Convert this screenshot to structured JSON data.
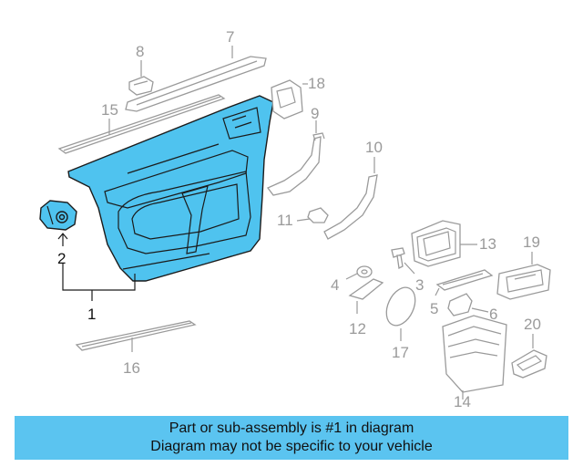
{
  "callouts": {
    "c1": "1",
    "c2": "2",
    "c3": "3",
    "c4": "4",
    "c5": "5",
    "c6": "6",
    "c7": "7",
    "c8": "8",
    "c9": "9",
    "c10": "10",
    "c11": "11",
    "c12": "12",
    "c13": "13",
    "c14": "14",
    "c15": "15",
    "c16": "16",
    "c17": "17",
    "c18": "18",
    "c19": "19",
    "c20": "20"
  },
  "highlighted_part": "1",
  "colors": {
    "highlight": "#4fc3ef",
    "banner": "#5bc4f0",
    "parts": "#9a9a9a"
  },
  "banner": {
    "line1": "Part or sub-assembly is #1 in diagram",
    "line2": "Diagram may not be specific to your vehicle"
  }
}
